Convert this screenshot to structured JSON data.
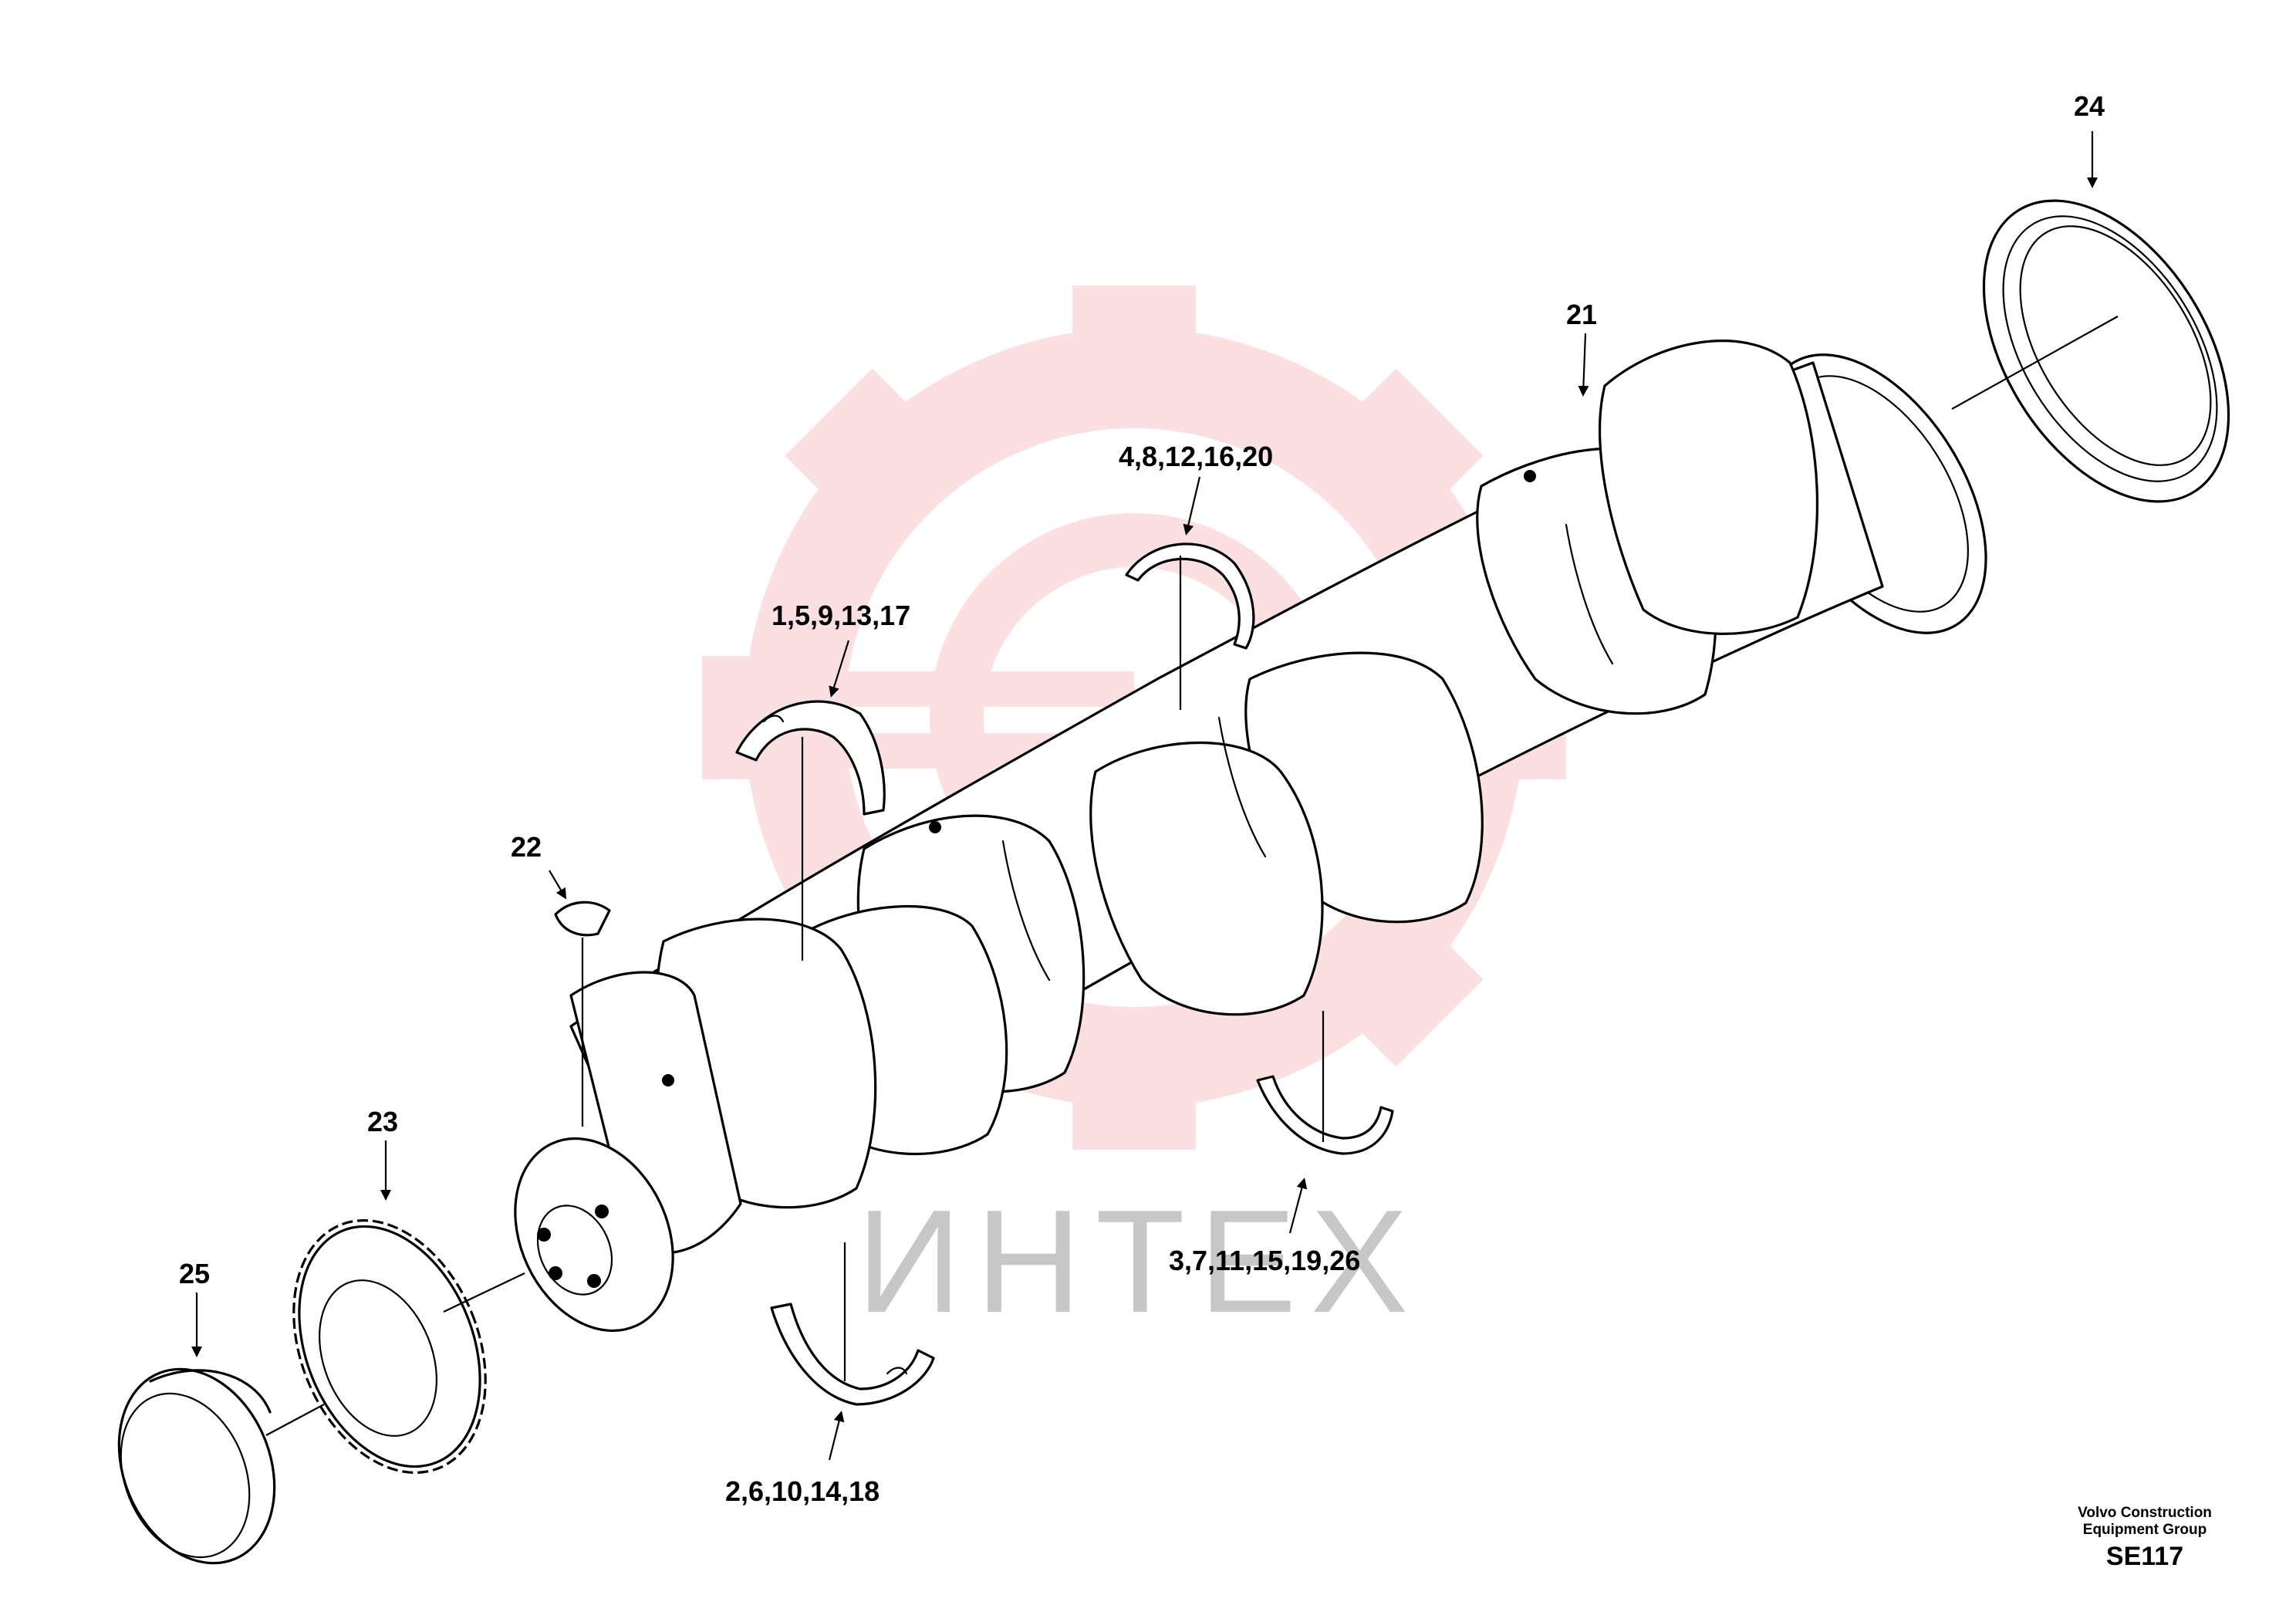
{
  "diagram": {
    "callouts": {
      "c24": "24",
      "c21": "21",
      "c4_8": "4,8,12,16,20",
      "c1_5": "1,5,9,13,17",
      "c22": "22",
      "c23": "23",
      "c25": "25",
      "c3_7": "3,7,11,15,19,26",
      "c2_6": "2,6,10,14,18"
    },
    "watermark": {
      "text": "ИНТЕХ",
      "gear_color": "#e8343a",
      "text_color": "#9a9a9a"
    }
  },
  "footer": {
    "company_line1": "Volvo Construction",
    "company_line2": "Equipment Group",
    "code": "SE117"
  }
}
